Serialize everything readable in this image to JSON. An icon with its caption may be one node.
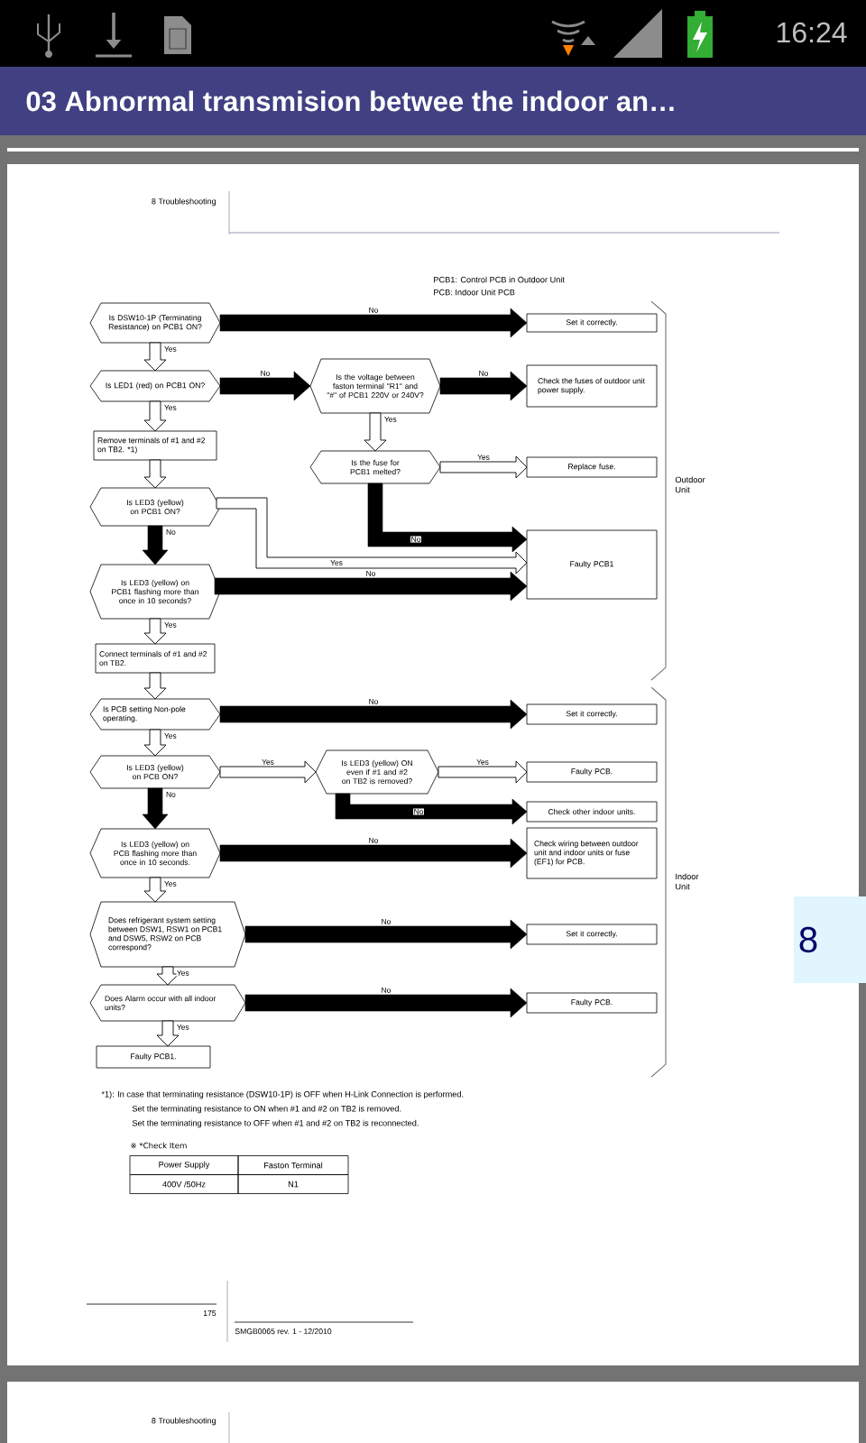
{
  "diagram": {
    "title": "03 Abnormal transmision betwee the indoor an…",
    "nodes": [
      {
        "text": [
          "Is DSW10-1P (Terminating Resistance) on PCB1 ON?"
        ]
      },
      {
        "text": [
          "Set it correctly."
        ]
      },
      {
        "text": [
          "Is LED1 (red) on PCB1 ON?"
        ]
      },
      {
        "text": [
          "Is the voltage between faston terminal \"R1\" and \"#\" of PCB1 220V or 240V?"
        ]
      },
      {
        "text": [
          "Check the fuses of outdoor unit power supply."
        ]
      },
      {
        "text": [
          "Remove terminals of #1 and #2 on TB2. *1)"
        ]
      },
      {
        "text": [
          "Is the fuse for PCB1 melted?"
        ]
      },
      {
        "text": [
          "Replace fuse."
        ]
      },
      {
        "text": [
          "Is LED3 (yellow) on PCB1 ON?"
        ]
      },
      {
        "text": [
          "Faulty PCB1"
        ]
      },
      {
        "text": [
          "Is LED3 (yellow) on PCB1 flashing more than once in 10 seconds?"
        ]
      },
      {
        "text": [
          "Connect terminals of #1 and #2 on TB2."
        ]
      },
      {
        "text": [
          "Is PCB setting Non-pole operating."
        ]
      },
      {
        "text": [
          "Set it correctly."
        ]
      },
      {
        "text": [
          "Is LED3 (yellow) on PCB ON?"
        ]
      },
      {
        "text": [
          "Is LED3 (yellow) ON even if #1 and #2 on TB2 is removed?"
        ]
      },
      {
        "text": [
          "Faulty PCB."
        ]
      },
      {
        "text": [
          "Check other indoor units."
        ]
      },
      {
        "text": [
          "Is LED3 (yellow) on PCB flashing more than once in 10 seconds."
        ]
      },
      {
        "text": [
          "Check wiring between outdoor unit and indoor units or fuse (EF1) for PCB."
        ]
      },
      {
        "text": [
          "Does refrigerant system setting between DSW1, RSW1 on PCB1 and DSW5, RSW2 on PCB correspond?"
        ]
      },
      {
        "text": [
          "Set it correctly."
        ]
      },
      {
        "text": [
          "Does Alarm occur with all indoor units?"
        ]
      },
      {
        "text": [
          "Faulty PCB."
        ]
      },
      {
        "text": [
          "Faulty PCB1."
        ]
      }
    ],
    "edges": [
      {
        "from": 0,
        "to": 1,
        "arrow": "to",
        "label": "No",
        "style": "thick"
      },
      {
        "from": 0,
        "to": 2,
        "arrow": "to",
        "label": "Yes"
      },
      {
        "from": 2,
        "to": 3,
        "arrow": "to",
        "label": "No",
        "style": "thick"
      },
      {
        "from": 3,
        "to": 4,
        "arrow": "to",
        "label": "No",
        "style": "thick"
      },
      {
        "from": 2,
        "to": 5,
        "arrow": "to",
        "label": "Yes"
      },
      {
        "from": 3,
        "to": 6,
        "arrow": "to",
        "label": "Yes"
      },
      {
        "from": 6,
        "to": 7,
        "arrow": "to",
        "label": "Yes"
      },
      {
        "from": 5,
        "to": 8,
        "arrow": "to"
      },
      {
        "from": 8,
        "to": 9,
        "arrow": "to",
        "label": "Yes"
      },
      {
        "from": 6,
        "to": 9,
        "arrow": "to",
        "label": "No",
        "style": "thick"
      },
      {
        "from": 8,
        "to": 10,
        "arrow": "to",
        "label": "No",
        "style": "thick"
      },
      {
        "from": 10,
        "to": 9,
        "arrow": "to",
        "label": "No",
        "style": "thick"
      },
      {
        "from": 10,
        "to": 11,
        "arrow": "to",
        "label": "Yes"
      },
      {
        "from": 11,
        "to": 12,
        "arrow": "to"
      },
      {
        "from": 12,
        "to": 13,
        "arrow": "to",
        "label": "No",
        "style": "thick"
      },
      {
        "from": 12,
        "to": 14,
        "arrow": "to",
        "label": "Yes"
      },
      {
        "from": 14,
        "to": 15,
        "arrow": "to",
        "label": "Yes"
      },
      {
        "from": 15,
        "to": 16,
        "arrow": "to",
        "label": "Yes"
      },
      {
        "from": 15,
        "to": 17,
        "arrow": "to",
        "label": "No",
        "style": "thick"
      },
      {
        "from": 14,
        "to": 18,
        "arrow": "to",
        "label": "No",
        "style": "thick"
      },
      {
        "from": 18,
        "to": 19,
        "arrow": "to",
        "label": "No",
        "style": "thick"
      },
      {
        "from": 18,
        "to": 20,
        "arrow": "to",
        "label": "Yes"
      },
      {
        "from": 20,
        "to": 21,
        "arrow": "to",
        "label": "No",
        "style": "thick"
      },
      {
        "from": 20,
        "to": 22,
        "arrow": "to",
        "label": "Yes"
      },
      {
        "from": 22,
        "to": 23,
        "arrow": "to",
        "label": "No",
        "style": "thick"
      },
      {
        "from": 22,
        "to": 24,
        "arrow": "to",
        "label": "Yes"
      }
    ],
    "labels": [
      "16:24",
      "8 Troubleshooting",
      "PCB1: Control PCB in Outdoor Unit",
      "PCB: Indoor Unit PCB",
      "Outdoor Unit",
      "Indoor Unit",
      "8",
      "*1): In case that terminating resistance (DSW10-1P) is OFF when H-Link Connection is performed.",
      "Set the terminating resistance to ON when #1 and #2 on TB2 is removed.",
      "Set the terminating resistance to OFF when #1 and #2 on TB2 is reconnected.",
      "※ *Check Item",
      "Power Supply",
      "Faston Terminal",
      "400V /50Hz",
      "N1",
      "175",
      "SMGB0065 rev. 1 - 12/2010",
      "8 Troubleshooting"
    ]
  }
}
